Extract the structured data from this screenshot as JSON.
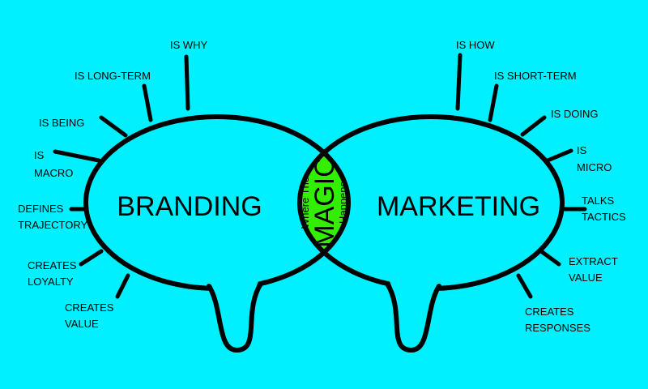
{
  "colors": {
    "background": "#00f0ff",
    "overlap": "#33ee00",
    "outline": "#000000"
  },
  "left": {
    "title": "BRANDING",
    "items": [
      [
        "IS WHY"
      ],
      [
        "IS LONG-TERM"
      ],
      [
        "IS BEING"
      ],
      [
        "IS",
        "MACRO"
      ],
      [
        "DEFINES",
        "TRAJECTORY"
      ],
      [
        "CREATES",
        "LOYALTY"
      ],
      [
        "CREATES",
        "VALUE"
      ]
    ]
  },
  "right": {
    "title": "MARKETING",
    "items": [
      [
        "IS HOW"
      ],
      [
        "IS SHORT-TERM"
      ],
      [
        "IS DOING"
      ],
      [
        "IS",
        "MICRO"
      ],
      [
        "TALKS",
        "TACTICS"
      ],
      [
        "EXTRACT",
        "VALUE"
      ],
      [
        "CREATES",
        "RESPONSES"
      ]
    ]
  },
  "center": {
    "top": "Where The",
    "main": "MAGIC",
    "bottom": "Happens"
  }
}
